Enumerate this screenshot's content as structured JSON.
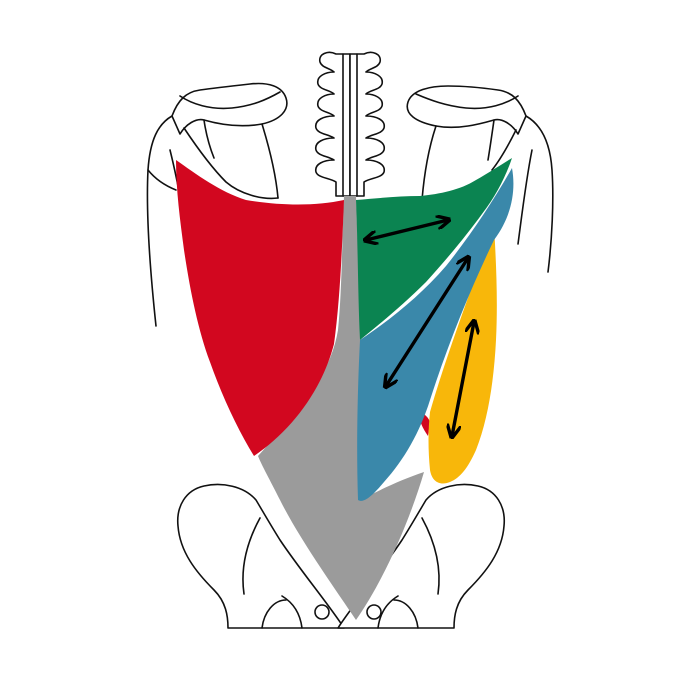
{
  "figure": {
    "subject": "back muscles",
    "colors": {
      "background": "#ffffff",
      "outline": "#111111",
      "red_region": "#d2071f",
      "gray_region": "#9b9b9b",
      "green_region": "#0b8451",
      "blue_region": "#3a88aa",
      "yellow_region": "#f8b70a",
      "arrows": "#000000"
    },
    "arrows": [
      {
        "name": "horizontal-arrow",
        "region": "green"
      },
      {
        "name": "diagonal-arrow",
        "region": "blue"
      },
      {
        "name": "vertical-arrow",
        "region": "yellow"
      }
    ]
  }
}
